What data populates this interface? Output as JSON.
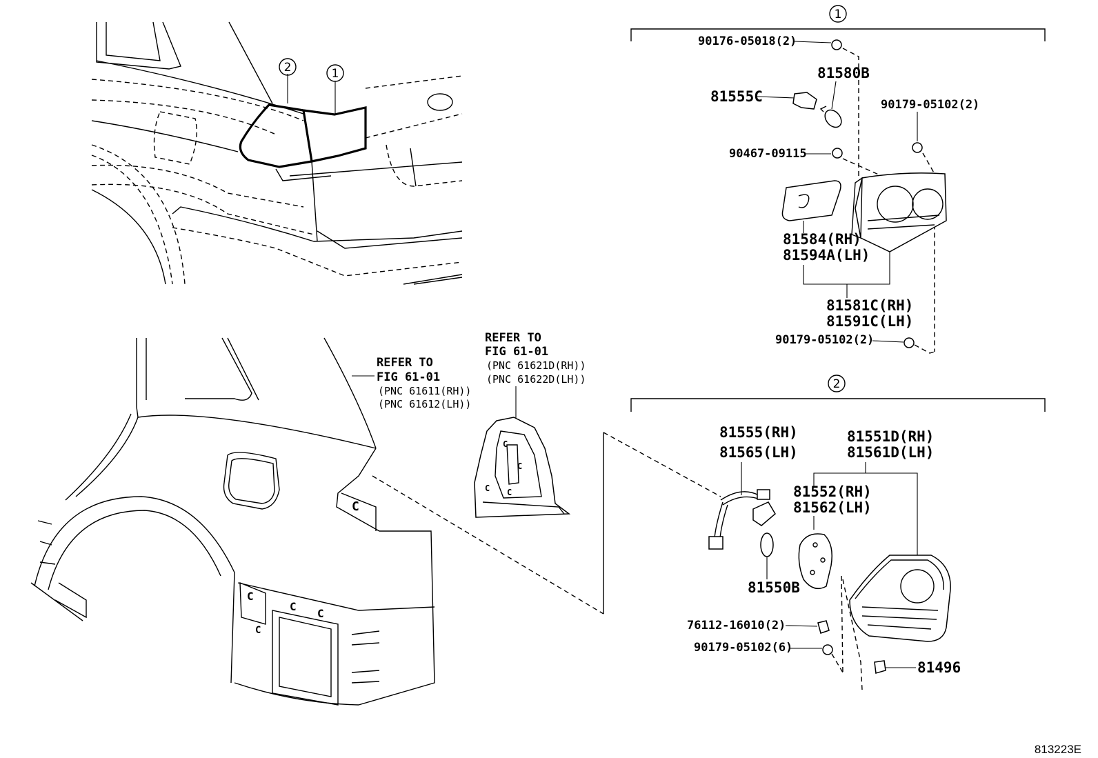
{
  "callouts": {
    "one": "1",
    "two": "2"
  },
  "group1": {
    "p_90176": "90176-05018(2)",
    "p_81580B": "81580B",
    "p_81555C": "81555C",
    "p_90179_top": "90179-05102(2)",
    "p_90467": "90467-09115",
    "p_81584": "81584(RH)",
    "p_81594A": "81594A(LH)",
    "p_81581C": "81581C(RH)",
    "p_81591C": "81591C(LH)",
    "p_90179_bottom": "90179-05102(2)"
  },
  "group2": {
    "p_81555": "81555(RH)",
    "p_81565": "81565(LH)",
    "p_81551D": "81551D(RH)",
    "p_81561D": "81561D(LH)",
    "p_81552": "81552(RH)",
    "p_81562": "81562(LH)",
    "p_81550B": "81550B",
    "p_76112": "76112-16010(2)",
    "p_90179": "90179-05102(6)",
    "p_81496": "81496"
  },
  "refers": {
    "left": {
      "line1": "REFER TO",
      "line2": "FIG 61-01",
      "line3": "(PNC 61611(RH))",
      "line4": "(PNC 61612(LH))"
    },
    "right": {
      "line1": "REFER TO",
      "line2": "FIG 61-01",
      "line3": "(PNC 61621D(RH))",
      "line4": "(PNC 61622D(LH))"
    }
  },
  "figure_id": "813223E"
}
